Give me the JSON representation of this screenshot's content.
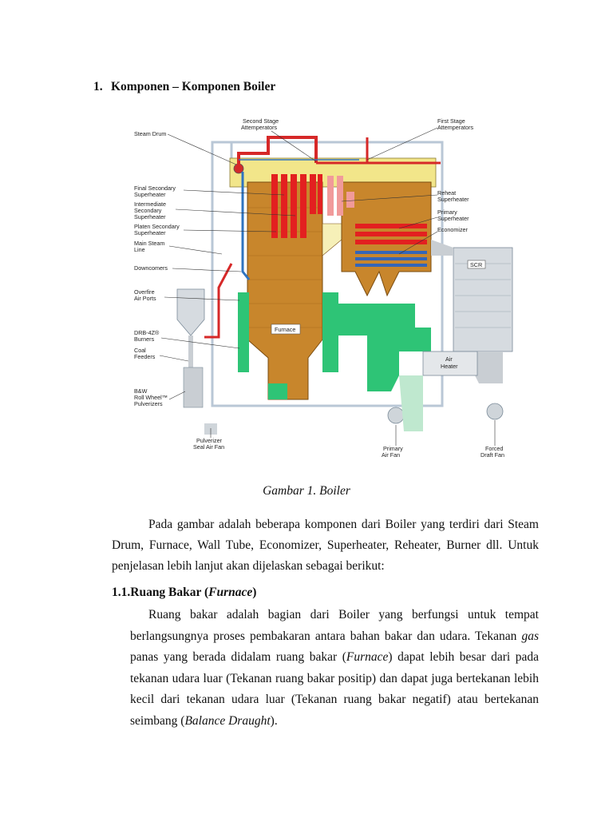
{
  "section": {
    "number": "1.",
    "title": "Komponen – Komponen Boiler"
  },
  "figure": {
    "caption": "Gambar 1. Boiler",
    "labels": {
      "second_stage_1": "Second Stage",
      "second_stage_2": "Attemperators",
      "first_stage_1": "First Stage",
      "first_stage_2": "Attemperators",
      "steam_drum": "Steam Drum",
      "final_sec_1": "Final Secondary",
      "final_sec_2": "Superheater",
      "intermediate_1": "Intermediate",
      "intermediate_2": "Secondary",
      "intermediate_3": "Superheater",
      "platen_1": "Platen Secondary",
      "platen_2": "Superheater",
      "main_steam_1": "Main Steam",
      "main_steam_2": "Line",
      "downcomers": "Downcomers",
      "overfire_1": "Overfire",
      "overfire_2": "Air Ports",
      "burners_1": "DRB-4Z®",
      "burners_2": "Burners",
      "coal_1": "Coal",
      "coal_2": "Feeders",
      "pulv_1": "B&W",
      "pulv_2": "Roll Wheel™",
      "pulv_3": "Pulverizers",
      "reheat_1": "Reheat",
      "reheat_2": "Superheater",
      "primary_1": "Primary",
      "primary_2": "Superheater",
      "economizer": "Economizer",
      "scr": "SCR",
      "furnace": "Furnace",
      "air_heater_1": "Air",
      "air_heater_2": "Heater",
      "seal_fan_1": "Pulverizer",
      "seal_fan_2": "Seal Air Fan",
      "pa_fan_1": "Primary",
      "pa_fan_2": "Air Fan",
      "fd_fan_1": "Forced",
      "fd_fan_2": "Draft Fan"
    }
  },
  "paragraph1": "Pada gambar adalah beberapa komponen dari Boiler yang terdiri dari Steam Drum, Furnace, Wall Tube, Economizer, Superheater, Reheater, Burner dll. Untuk penjelasan lebih lanjut akan dijelaskan sebagai berikut:",
  "subsection": {
    "number": "1.1.",
    "title_prefix": "Ruang Bakar (",
    "title_term": "Furnace",
    "title_suffix": ")"
  },
  "paragraph2": {
    "part1": "Ruang bakar adalah bagian dari Boiler yang berfungsi untuk tempat berlangsungnya proses pembakaran antara bahan bakar dan udara.  Tekanan ",
    "term_gas": "gas",
    "part2": " panas yang berada didalam ruang bakar (",
    "term_furnace": "Furnace",
    "part3": ") dapat lebih besar dari pada tekanan udara luar (Tekanan ruang bakar positip) dan dapat juga bertekanan lebih kecil dari tekanan udara luar (Tekanan ruang bakar negatif) atau bertekanan seimbang (",
    "term_balance": "Balance Draught",
    "part4": ")."
  }
}
